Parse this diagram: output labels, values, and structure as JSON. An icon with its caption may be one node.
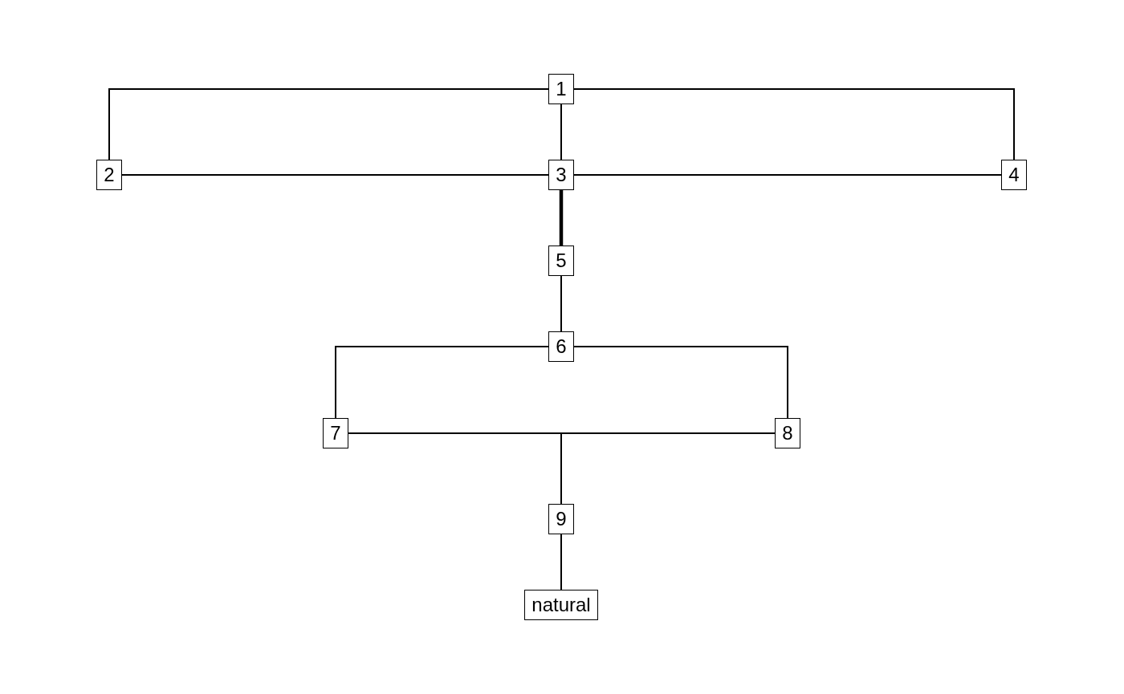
{
  "diagram": {
    "nodes": [
      {
        "text": [
          "1"
        ]
      },
      {
        "text": [
          "2"
        ]
      },
      {
        "text": [
          "3"
        ]
      },
      {
        "text": [
          "4"
        ]
      },
      {
        "text": [
          "5"
        ]
      },
      {
        "text": [
          "6"
        ]
      },
      {
        "text": [
          "7"
        ]
      },
      {
        "text": [
          "8"
        ]
      },
      {
        "text": [
          "9"
        ]
      },
      {
        "text": [
          "natural"
        ]
      }
    ],
    "edges": [
      {
        "from": 0,
        "to": 1,
        "arrow": "none"
      },
      {
        "from": 0,
        "to": 2,
        "arrow": "none"
      },
      {
        "from": 0,
        "to": 3,
        "arrow": "none"
      },
      {
        "from": 1,
        "to": 2,
        "arrow": "none"
      },
      {
        "from": 2,
        "to": 3,
        "arrow": "none"
      },
      {
        "from": 2,
        "to": 4,
        "arrow": "none",
        "style": "thick"
      },
      {
        "from": 4,
        "to": 5,
        "arrow": "none"
      },
      {
        "from": 5,
        "to": 6,
        "arrow": "none"
      },
      {
        "from": 5,
        "to": 7,
        "arrow": "none"
      },
      {
        "from": 6,
        "to": 8,
        "arrow": "none"
      },
      {
        "from": 7,
        "to": 8,
        "arrow": "none"
      },
      {
        "from": 8,
        "to": 9,
        "arrow": "none"
      }
    ]
  }
}
